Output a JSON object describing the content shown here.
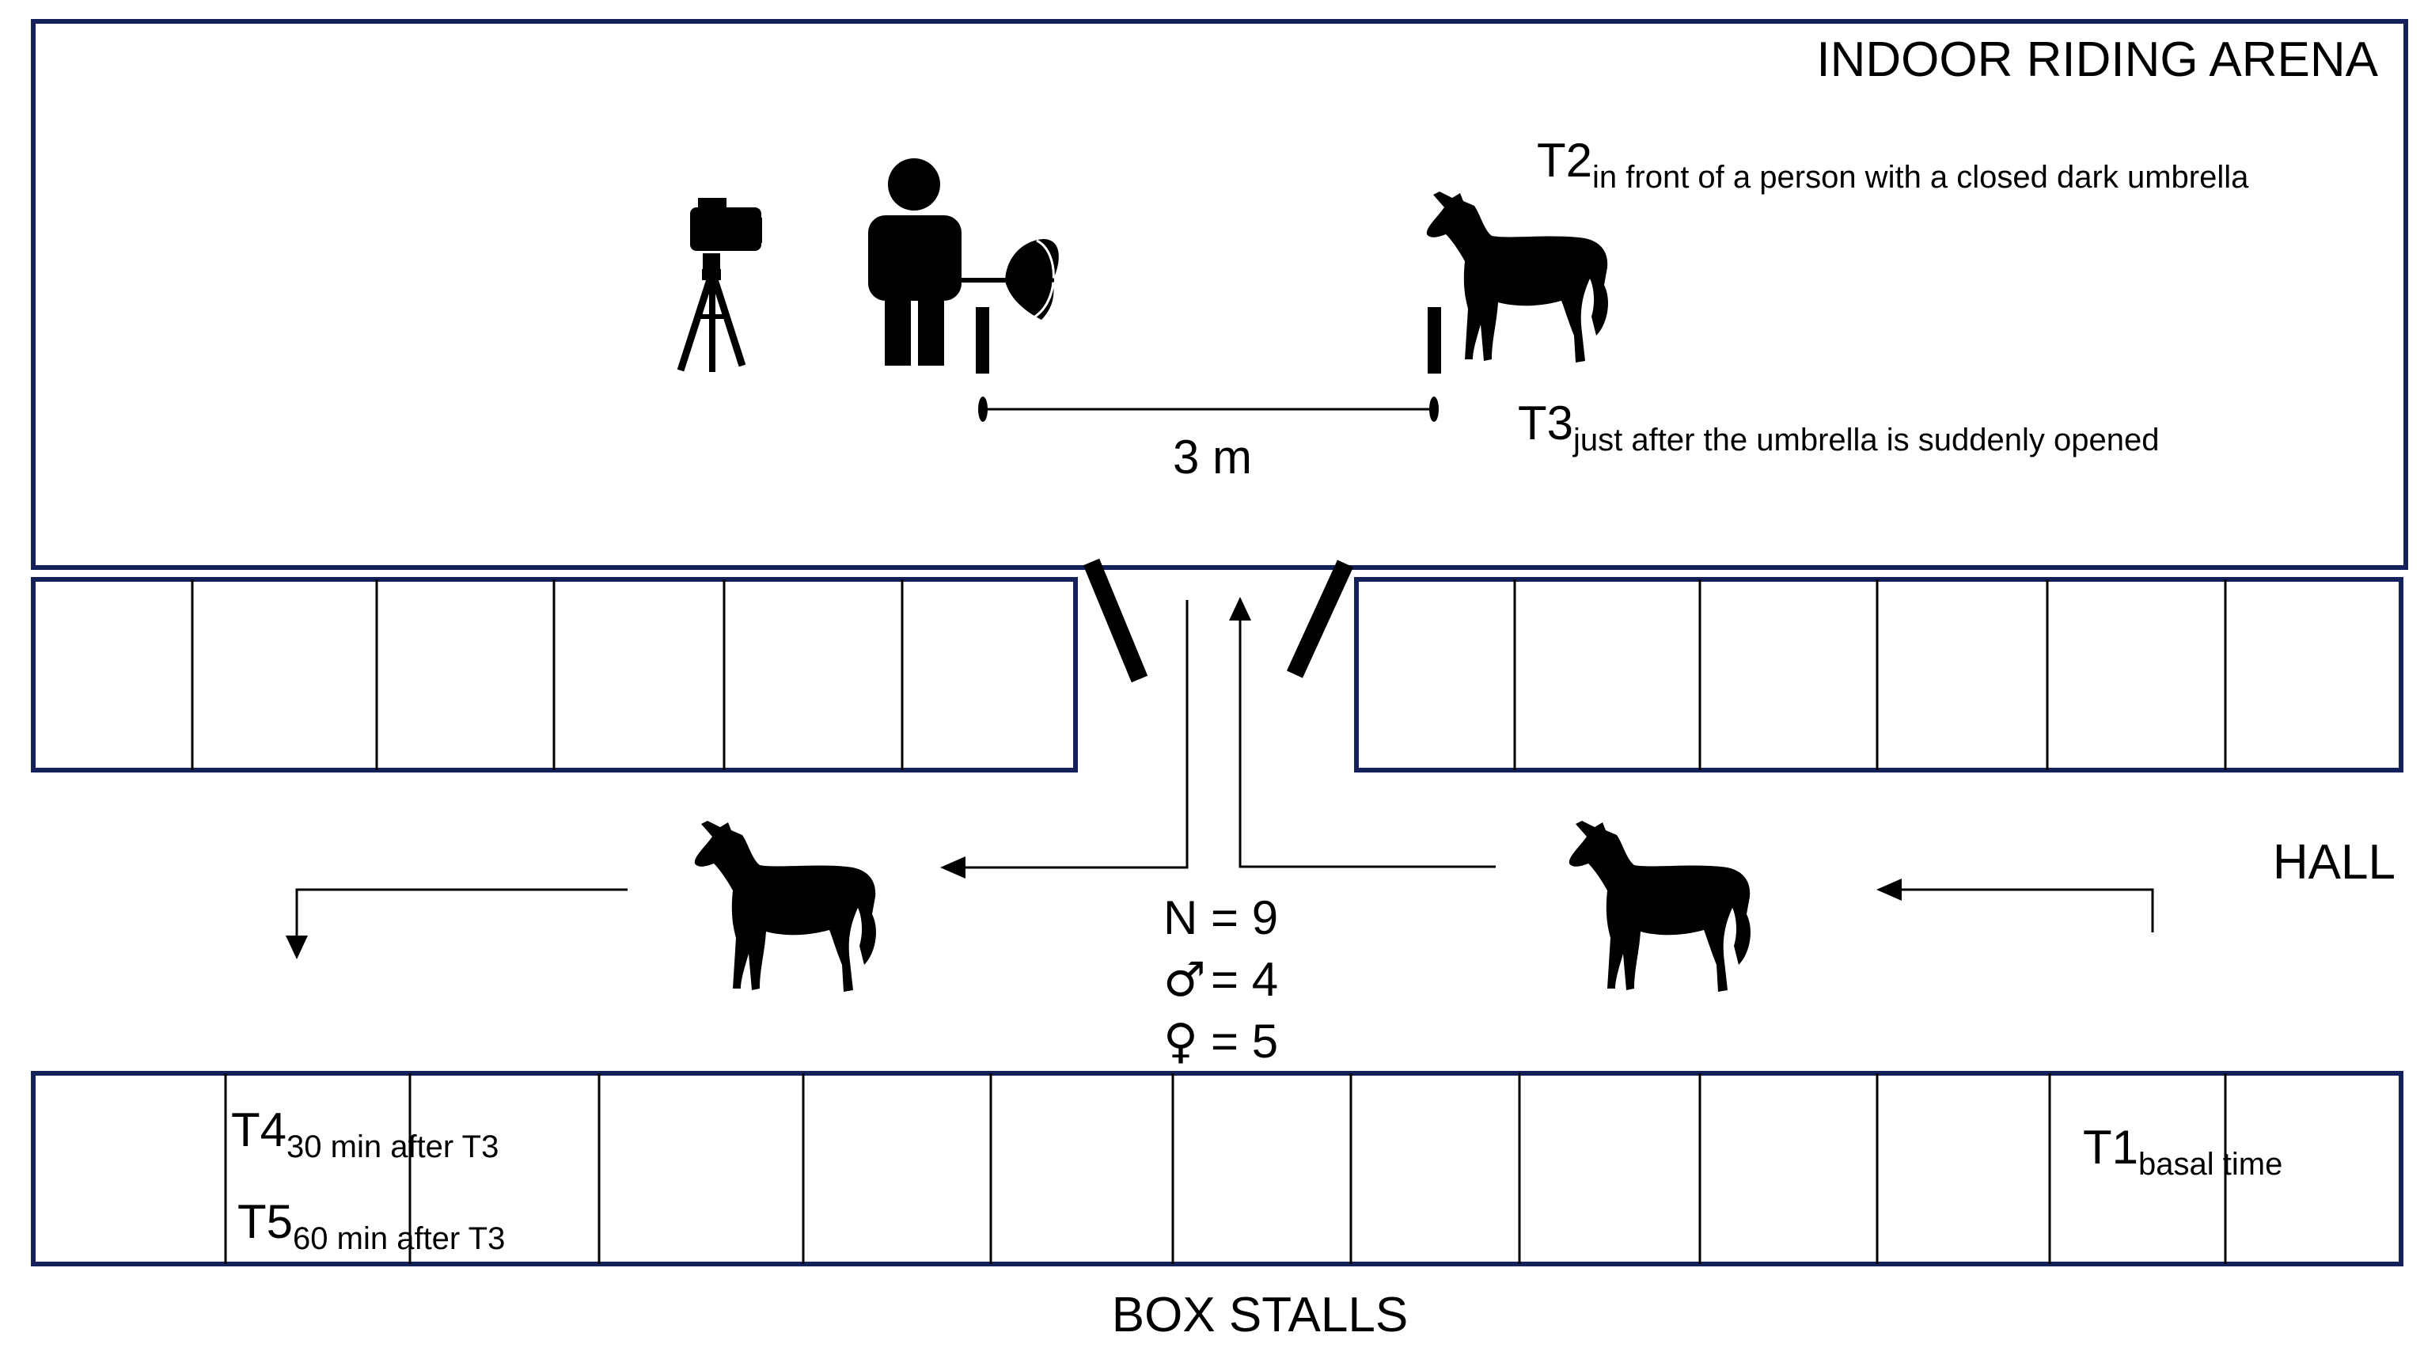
{
  "labels": {
    "arena": "INDOOR RIDING ARENA",
    "hall": "HALL",
    "box_stalls": "BOX STALLS",
    "distance": "3 m"
  },
  "timepoints": {
    "t1": {
      "name": "T1",
      "desc": "basal time"
    },
    "t2": {
      "name": "T2",
      "desc": "in front of a person with a closed dark umbrella"
    },
    "t3": {
      "name": "T3",
      "desc": "just after the umbrella is suddenly opened"
    },
    "t4": {
      "name": "T4",
      "desc": "30 min after T3"
    },
    "t5": {
      "name": "T5",
      "desc": "60 min after T3"
    }
  },
  "stats": {
    "n": "N = 9",
    "male_symbol": "♂",
    "male_count": "= 4",
    "female_symbol": "♀",
    "female_count": "= 5"
  },
  "colors": {
    "frame": "#14215a",
    "ink": "#000000"
  },
  "icons": [
    "camera-tripod-icon",
    "person-icon",
    "umbrella-icon",
    "horse-icon"
  ]
}
